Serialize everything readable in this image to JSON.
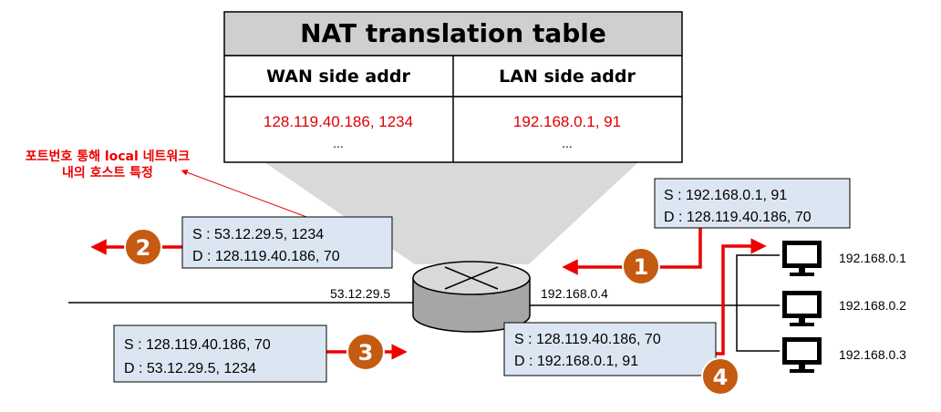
{
  "nat_table": {
    "title": "NAT translation table",
    "col_wan": "WAN side addr",
    "col_lan": "LAN side addr",
    "row_wan": "128.119.40.186, 1234",
    "row_lan": "192.168.0.1, 91",
    "ellipsis": "..."
  },
  "annotation": {
    "line1": "포트번호 통해 local 네트워크",
    "line2": "내의 호스트 특정"
  },
  "packets": {
    "p1": {
      "src": "S : 192.168.0.1, 91",
      "dst": "D : 128.119.40.186, 70"
    },
    "p2": {
      "src": "S : 53.12.29.5, 1234",
      "dst": "D : 128.119.40.186, 70"
    },
    "p3": {
      "src": "S : 128.119.40.186, 70",
      "dst": "D : 53.12.29.5, 1234"
    },
    "p4": {
      "src": "S : 128.119.40.186, 70",
      "dst": "D : 192.168.0.1, 91"
    }
  },
  "router": {
    "wan_ip": "53.12.29.5",
    "lan_ip": "192.168.0.4"
  },
  "hosts": [
    "192.168.0.1",
    "192.168.0.2",
    "192.168.0.3"
  ],
  "steps": [
    "1",
    "2",
    "3",
    "4"
  ],
  "colors": {
    "arrow": "#ee0000",
    "badge": "#c55a11",
    "packet_box": "#dce6f2",
    "table_header": "#d0cece",
    "funnel": "#d9d9d9",
    "router_body": "#a6a6a6",
    "router_top": "#d9d9d9",
    "table_values": "#e00000"
  }
}
